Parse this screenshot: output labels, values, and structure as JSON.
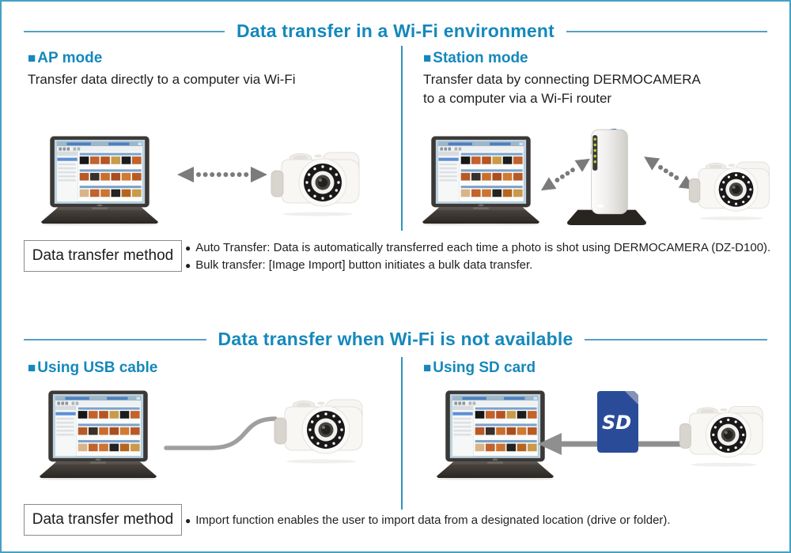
{
  "ui": {
    "square_marker": "■",
    "bullet_marker": "●"
  },
  "colors": {
    "accent_blue": "#1588bc",
    "page_border": "#45a1c5",
    "divider_blue": "#2e93c0",
    "arrow_gray": "#7b7b7b",
    "solid_arrow_gray": "#8f8f8f",
    "sd_card_blue": "#2a4c98",
    "wifi_blue": "#1f85cc",
    "router_led_green": "#b9d13c"
  },
  "icons": {
    "sd_card_label": "SD"
  },
  "sections": [
    {
      "title": "Data transfer in a Wi-Fi environment",
      "columns": [
        {
          "heading": "AP mode",
          "description": "Transfer data directly to a computer via Wi-Fi"
        },
        {
          "heading": "Station mode",
          "description": "Transfer data by connecting DERMOCAMERA\nto a computer via a Wi-Fi router"
        }
      ],
      "method_label": "Data transfer method",
      "bullets": [
        "Auto Transfer: Data is automatically transferred each time a photo is shot using DERMOCAMERA (DZ-D100).",
        "Bulk transfer: [Image Import] button initiates a bulk data transfer."
      ]
    },
    {
      "title": "Data transfer when Wi-Fi is not available",
      "columns": [
        {
          "heading": "Using USB cable"
        },
        {
          "heading": "Using SD card"
        }
      ],
      "method_label": "Data transfer method",
      "bullets": [
        "Import function enables the user to import data from a designated location (drive or folder)."
      ]
    }
  ]
}
